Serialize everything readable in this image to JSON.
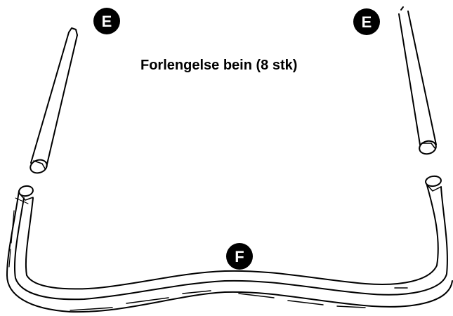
{
  "caption": "Forlengelse bein (8 stk)",
  "markers": {
    "left_tube": "E",
    "right_tube": "E",
    "base_frame": "F"
  },
  "colors": {
    "ink": "#000000",
    "paper": "#ffffff",
    "marker_text": "#ffffff"
  }
}
